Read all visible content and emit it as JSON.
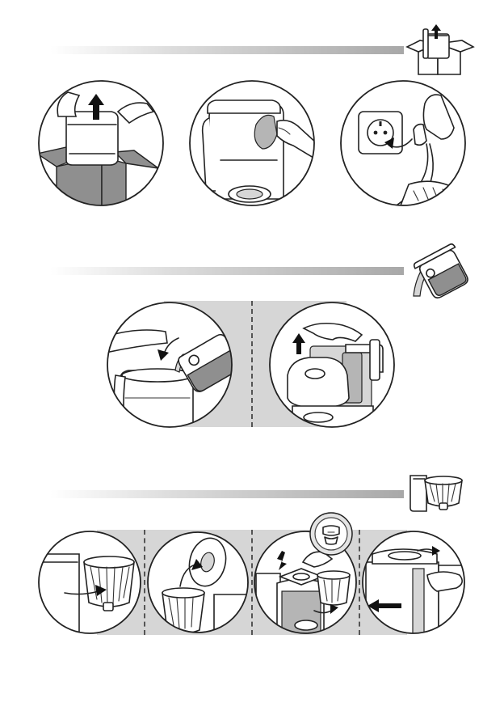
{
  "page": {
    "background": "#ffffff",
    "ink_color": "#222222",
    "box_color": "#8f8f8f",
    "panel_band_color": "#d6d6d6"
  },
  "sections": [
    {
      "id": "unpack-and-connect",
      "thumbnail_icon": "unpack-box-icon",
      "steps": [
        {
          "icon": "lift-appliance-out-of-box-icon"
        },
        {
          "icon": "remove-packaging-icon"
        },
        {
          "icon": "plug-into-socket-icon"
        }
      ]
    },
    {
      "id": "fill-water",
      "thumbnail_icon": "pour-jug-icon",
      "steps": [
        {
          "icon": "pour-water-into-tank-icon"
        },
        {
          "icon": "lift-water-tank-icon"
        }
      ]
    },
    {
      "id": "filter-holder",
      "thumbnail_icon": "filter-holder-icon",
      "steps": [
        {
          "icon": "swing-out-filter-holder-icon"
        },
        {
          "icon": "open-filter-lid-icon"
        },
        {
          "icon": "insert-filter-icon"
        },
        {
          "icon": "close-filter-holder-icon"
        }
      ],
      "detail_callout_icon": "filter-detail-icon"
    }
  ]
}
